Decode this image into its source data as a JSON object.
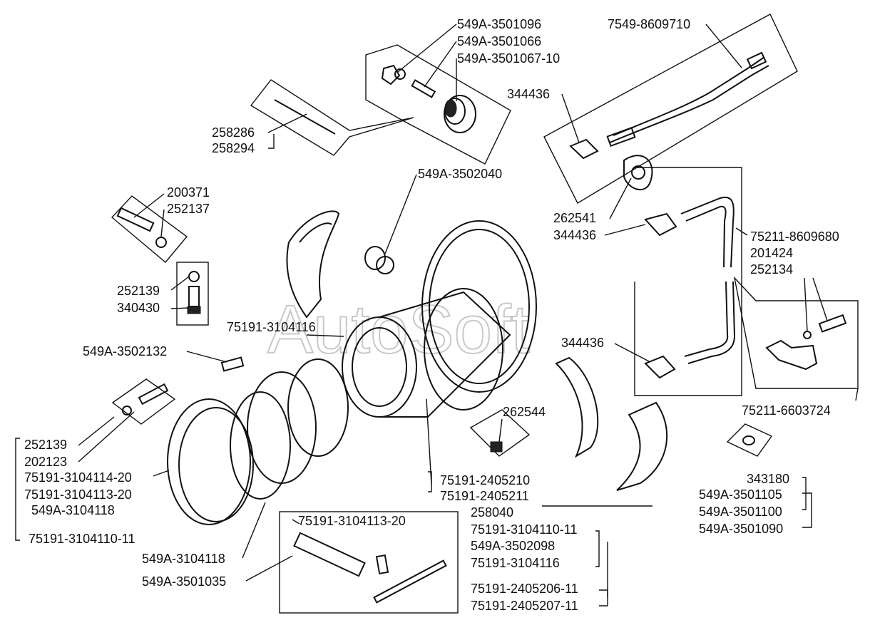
{
  "watermark": "AutoSoft",
  "labels": {
    "l1": "549A-3501096",
    "l2": "549A-3501066",
    "l3": "549A-3501067-10",
    "l4": "7549-8609710",
    "l5": "344436",
    "l6": "258286",
    "l7": "258294",
    "l8": "549A-3502040",
    "l9": "200371",
    "l10": "252137",
    "l11": "262541",
    "l12": "344436",
    "l13": "75211-8609680",
    "l14": "201424",
    "l15": "252134",
    "l16": "252139",
    "l17": "340430",
    "l18": "75191-3104116",
    "l19": "549A-3502132",
    "l20": "344436",
    "l21": "262544",
    "l22": "75211-6603724",
    "l23": "252139",
    "l24": "202123",
    "l25": "75191-3104114-20",
    "l26": "75191-3104113-20",
    "l27": "549A-3104118",
    "l28": "75191-3104110-11",
    "l29": "75191-2405210",
    "l30": "75191-2405211",
    "l31": "343180",
    "l32": "549A-3501105",
    "l33": "549A-3501100",
    "l34": "549A-3501090",
    "l35": "75191-3104113-20",
    "l36": "258040",
    "l37": "75191-3104110-11",
    "l38": "549A-3502098",
    "l39": "75191-3104116",
    "l40": "549A-3104118",
    "l41": "549A-3501035",
    "l42": "75191-2405206-11",
    "l43": "75191-2405207-11"
  }
}
